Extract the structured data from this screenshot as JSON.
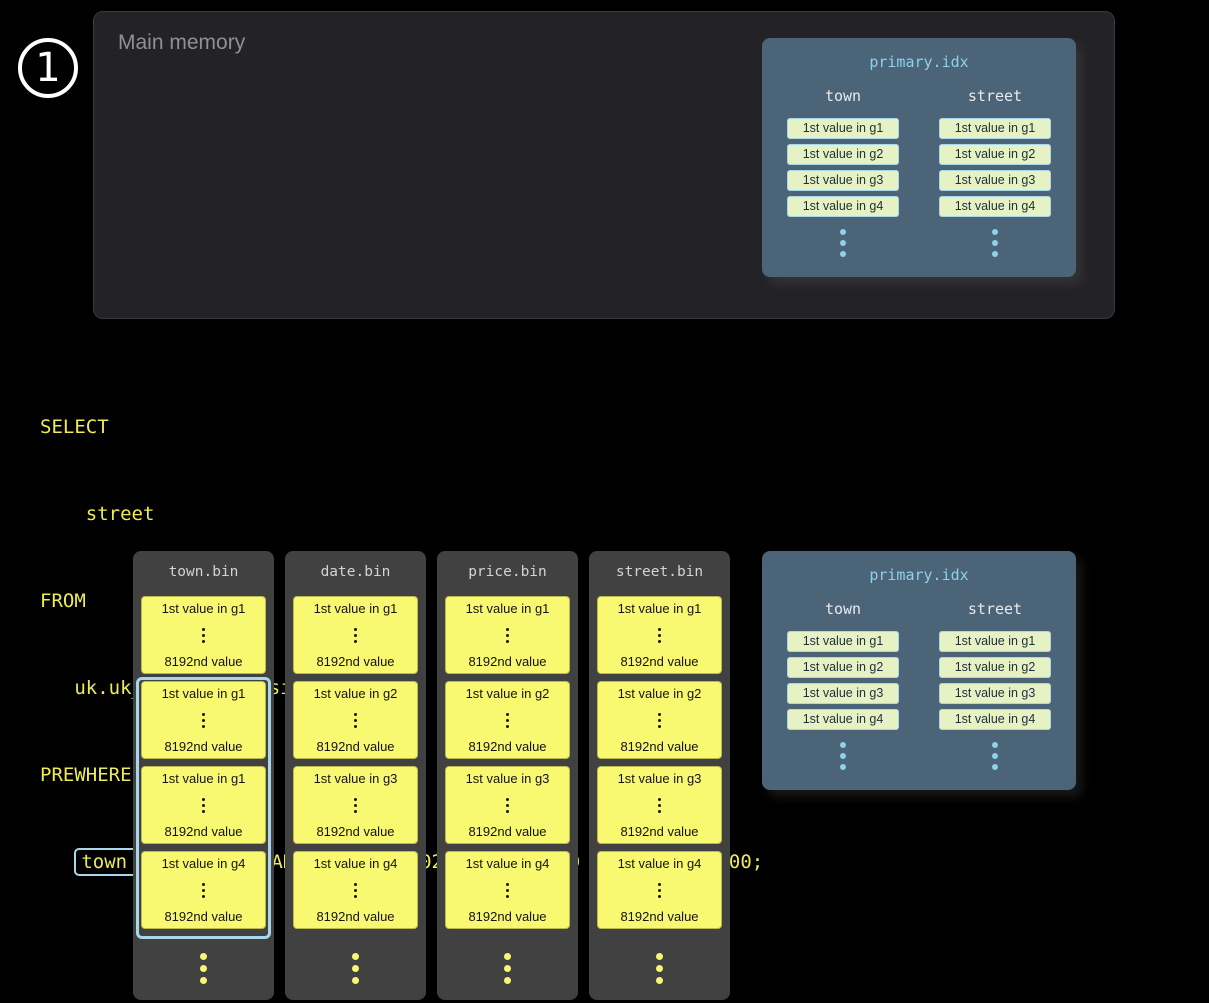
{
  "step": {
    "number": "1"
  },
  "main_memory": {
    "label": "Main memory"
  },
  "primary_idx_top": {
    "title": "primary.idx",
    "columns": [
      {
        "name": "town",
        "entries": [
          "1st value in g1",
          "1st value in g2",
          "1st value in g3",
          "1st value in g4"
        ]
      },
      {
        "name": "street",
        "entries": [
          "1st value in g1",
          "1st value in g2",
          "1st value in g3",
          "1st value in g4"
        ]
      }
    ]
  },
  "sql": {
    "lines": [
      "SELECT",
      "    street",
      "FROM",
      "   uk.uk_price_paid_simple",
      "PREWHERE"
    ],
    "last_line": {
      "indent": "   ",
      "highlight": "town = 'LONDON'",
      "rest": " AND date > '2024-12-31' AND price < 10_000;"
    }
  },
  "bins": [
    {
      "title": "town.bin",
      "granules": [
        {
          "first": "1st value in g1",
          "last": "8192nd value"
        },
        {
          "first": "1st value in g1",
          "last": "8192nd value"
        },
        {
          "first": "1st value in g1",
          "last": "8192nd value"
        },
        {
          "first": "1st value in g4",
          "last": "8192nd value"
        }
      ]
    },
    {
      "title": "date.bin",
      "granules": [
        {
          "first": "1st value in g1",
          "last": "8192nd value"
        },
        {
          "first": "1st value in g2",
          "last": "8192nd value"
        },
        {
          "first": "1st value in g3",
          "last": "8192nd value"
        },
        {
          "first": "1st value in g4",
          "last": "8192nd value"
        }
      ]
    },
    {
      "title": "price.bin",
      "granules": [
        {
          "first": "1st value in g1",
          "last": "8192nd value"
        },
        {
          "first": "1st value in g2",
          "last": "8192nd value"
        },
        {
          "first": "1st value in g3",
          "last": "8192nd value"
        },
        {
          "first": "1st value in g4",
          "last": "8192nd value"
        }
      ]
    },
    {
      "title": "street.bin",
      "granules": [
        {
          "first": "1st value in g1",
          "last": "8192nd value"
        },
        {
          "first": "1st value in g2",
          "last": "8192nd value"
        },
        {
          "first": "1st value in g3",
          "last": "8192nd value"
        },
        {
          "first": "1st value in g4",
          "last": "8192nd value"
        }
      ]
    }
  ],
  "primary_idx_bottom": {
    "title": "primary.idx",
    "columns": [
      {
        "name": "town",
        "entries": [
          "1st value in g1",
          "1st value in g2",
          "1st value in g3",
          "1st value in g4"
        ]
      },
      {
        "name": "street",
        "entries": [
          "1st value in g1",
          "1st value in g2",
          "1st value in g3",
          "1st value in g4"
        ]
      }
    ]
  },
  "palette": {
    "accent_yellow": "#f9f871",
    "accent_blue": "#a9d7ea",
    "card_slate": "#4b6477",
    "chip_fill": "#e7f2c4",
    "background": "#000000"
  }
}
